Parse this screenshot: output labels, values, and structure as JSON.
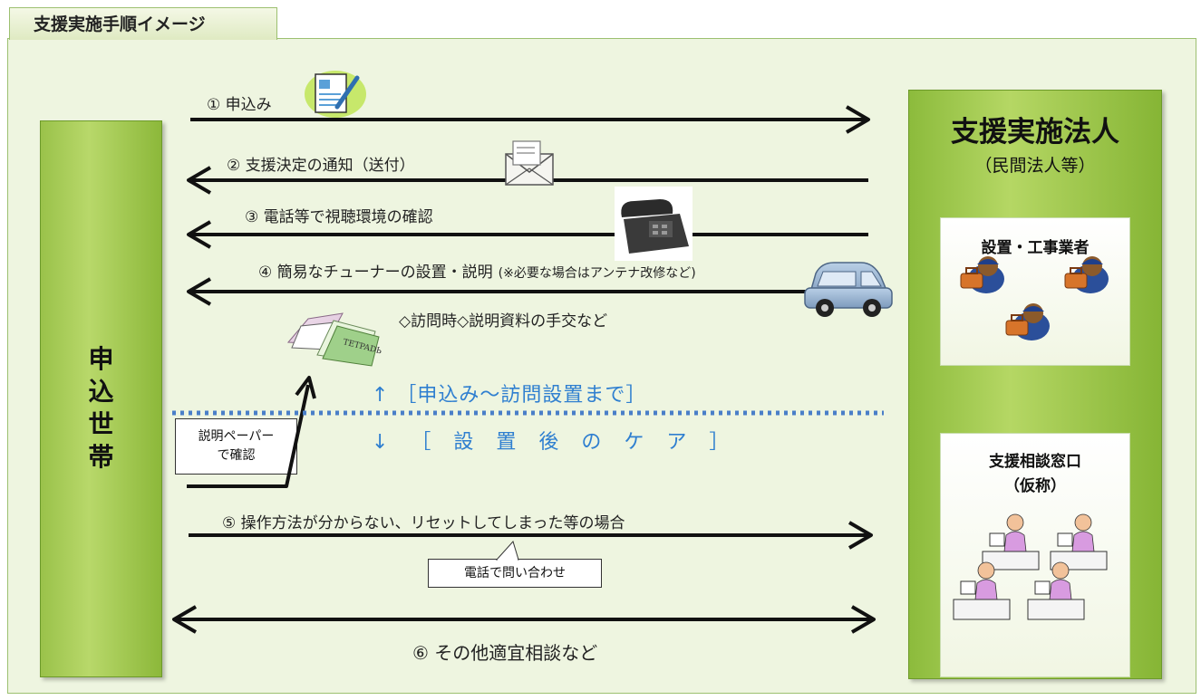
{
  "header": {
    "title": "支援実施手順イメージ"
  },
  "household": {
    "label": "申込世帯"
  },
  "organization": {
    "title": "支援実施法人",
    "subtitle": "（民間法人等）",
    "installer": {
      "title": "設置・工事業者"
    },
    "desk": {
      "title_line1": "支援相談窓口",
      "title_line2": "（仮称）"
    }
  },
  "steps": {
    "s1": "① 申込み",
    "s2": "② 支援決定の通知（送付）",
    "s3": "③ 電話等で視聴環境の確認",
    "s4_main": "④ 簡易なチューナーの設置・説明",
    "s4_note": "(※必要な場合はアンテナ改修など)",
    "visit": "◇訪問時◇説明資料の手交など",
    "s5": "⑤ 操作方法が分からない、リセットしてしまった等の場合",
    "s6": "⑥ その他適宜相談など"
  },
  "phases": {
    "before": "↑ ［申込み～訪問設置まで］",
    "after": "↓ ［ 設 置 後 の ケ ア ］"
  },
  "callouts": {
    "paper_line1": "説明ペーパー",
    "paper_line2": "で確認",
    "phone": "電話で問い合わせ"
  },
  "book_label": "TETPADЬ",
  "colors": {
    "accent_green": "#9ac24a",
    "phase_blue": "#2f7fd0",
    "divider_blue": "#4a7fc8"
  }
}
